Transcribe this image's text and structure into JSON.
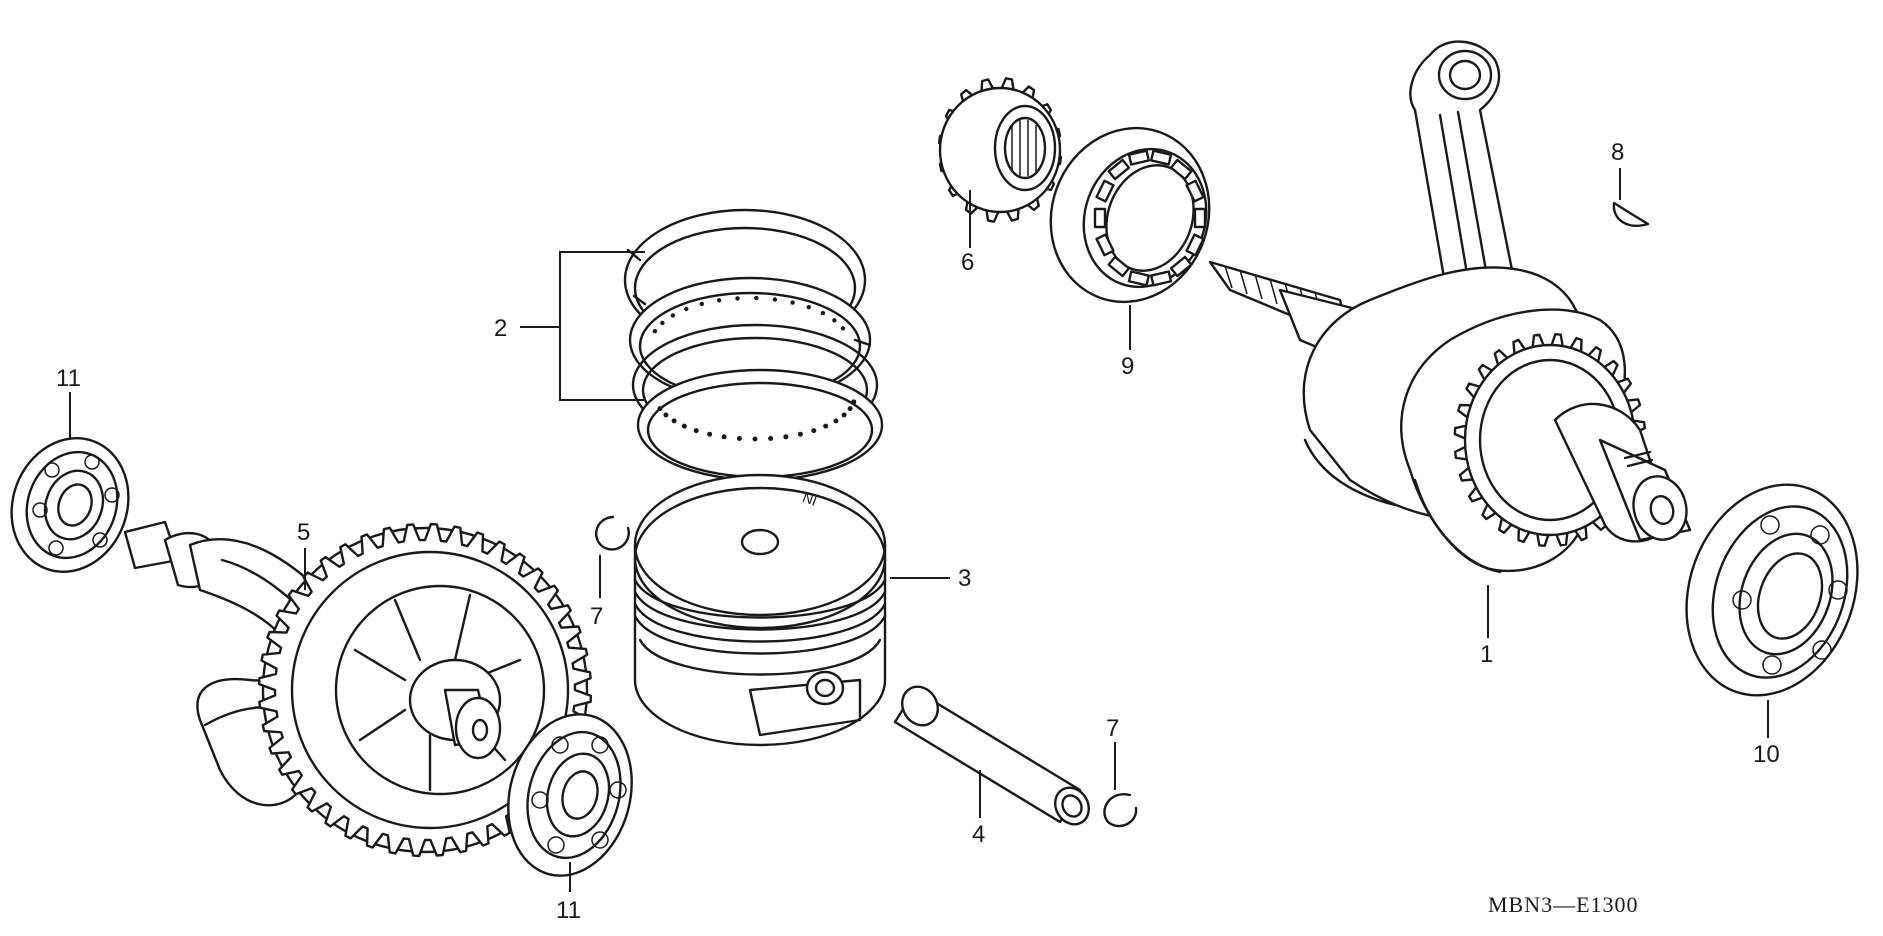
{
  "diagram": {
    "code": "MBN3—E1300",
    "piston_marking": "IN",
    "callouts": {
      "crankshaft": "1",
      "piston_ring_set": "2",
      "piston": "3",
      "piston_pin": "4",
      "balancer_shaft": "5",
      "gear_6": "6",
      "clip_left": "7",
      "clip_right": "7",
      "key_8": "8",
      "bearing_9": "9",
      "bearing_10": "10",
      "bearing_11_top": "11",
      "bearing_11_bottom": "11"
    }
  }
}
